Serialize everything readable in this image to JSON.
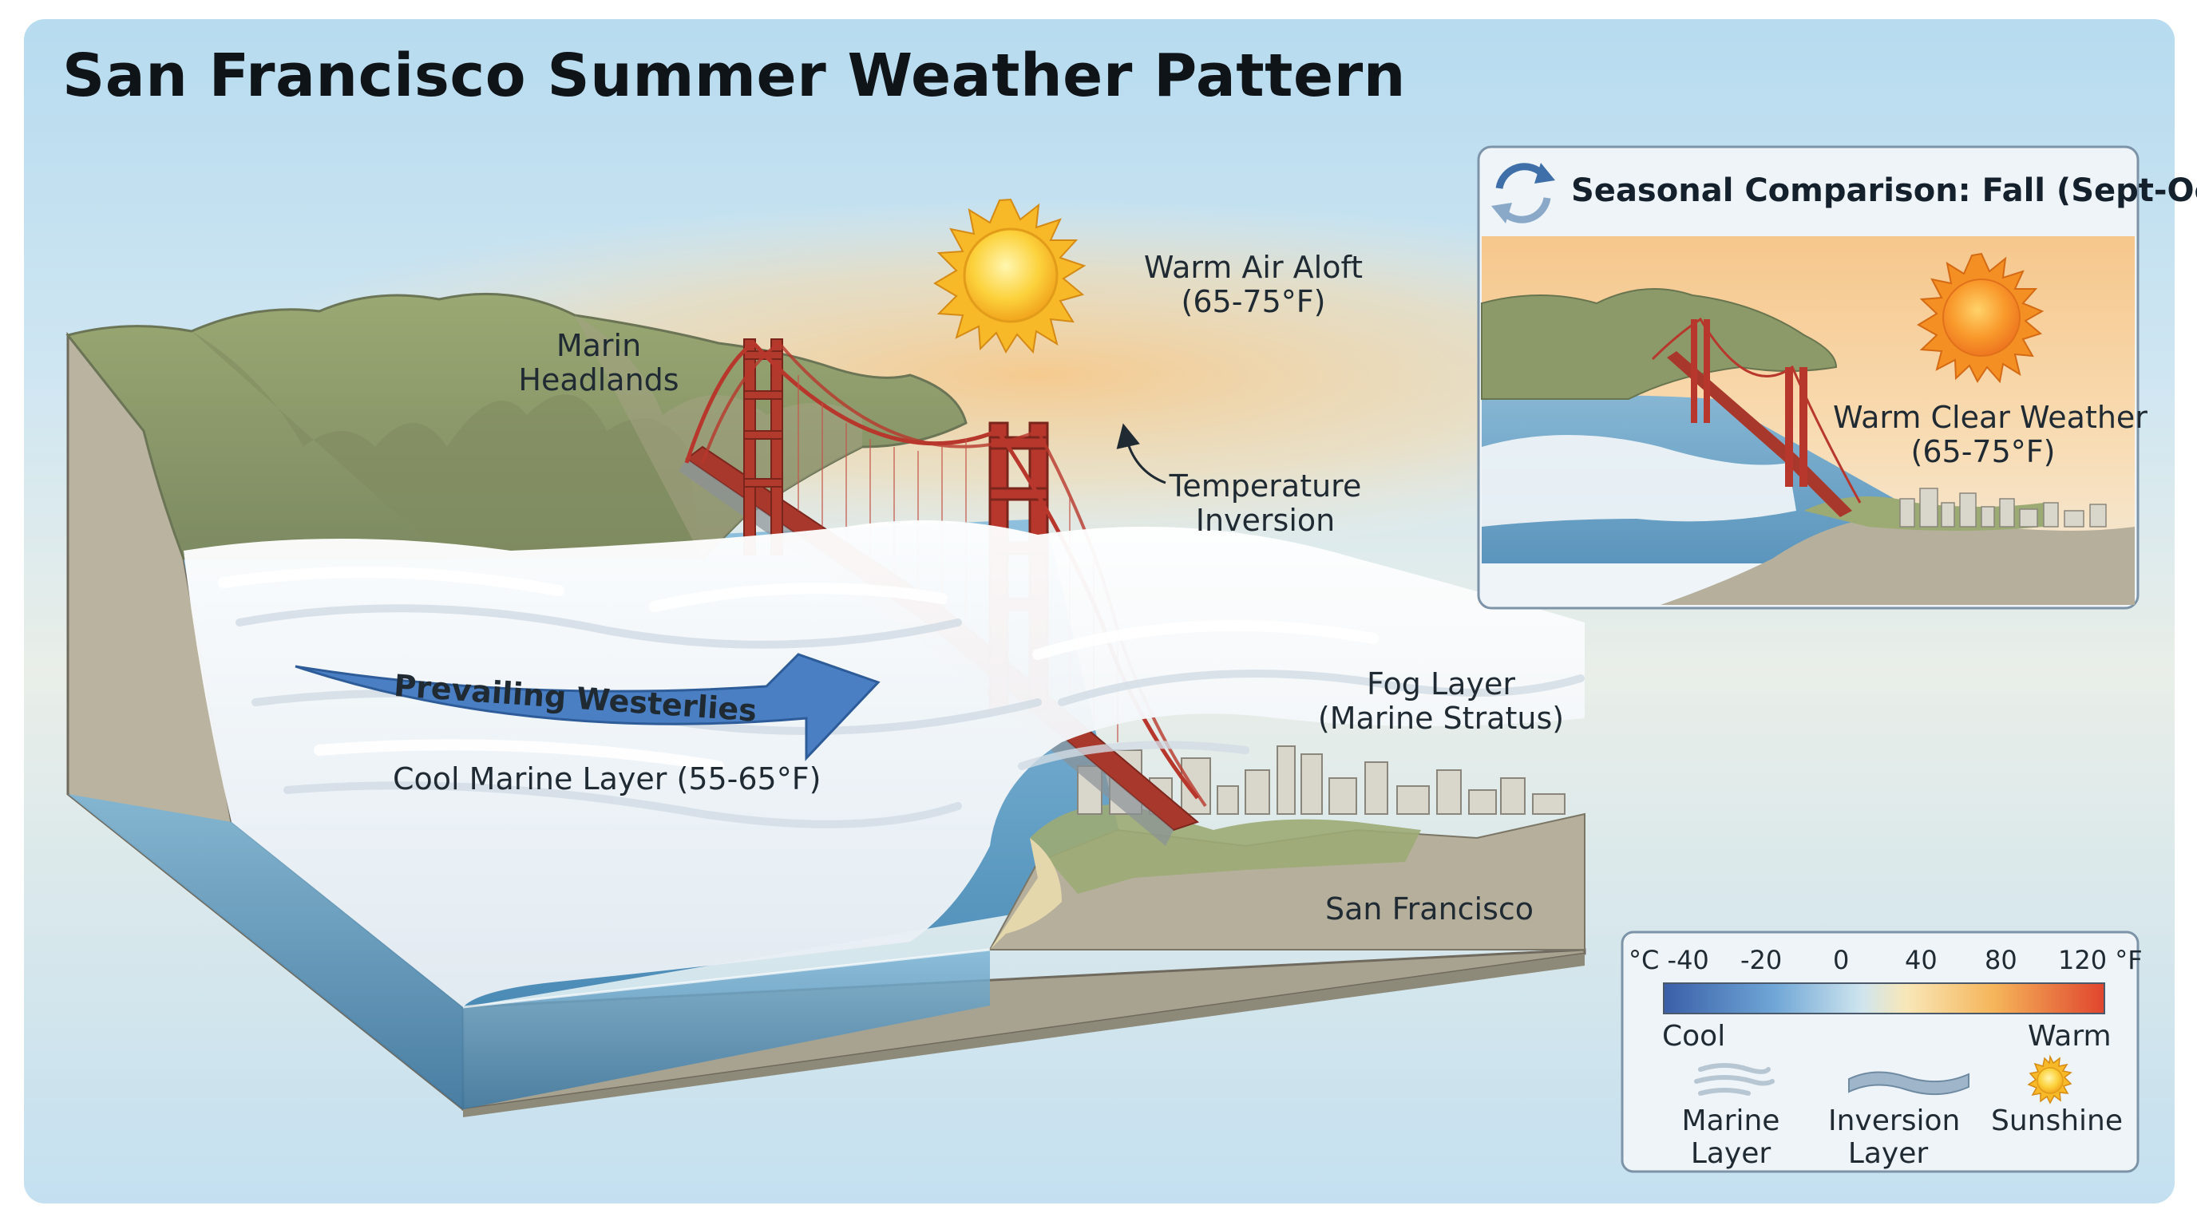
{
  "title": "San Francisco Summer Weather Pattern",
  "colors": {
    "sky": "#b9dcef",
    "fog": "#f4f7fa",
    "water": "#5f9fc4",
    "hills": "#8c9a6a",
    "bridge": "#b8372c",
    "sun": "#fbc531",
    "warm_glow": "#f6c98c",
    "wind_arrow": "#4a7fc4"
  },
  "labels": {
    "marin": [
      "Marin",
      "Headlands"
    ],
    "warm_air": [
      "Warm Air Aloft",
      "(65-75°F)"
    ],
    "inversion": [
      "Temperature",
      "Inversion"
    ],
    "westerlies": "Prevailing Westerlies",
    "marine_layer": "Cool Marine Layer (55-65°F)",
    "fog": [
      "Fog Layer",
      "(Marine Stratus)"
    ],
    "city": "San Francisco"
  },
  "inset": {
    "title": "Seasonal Comparison: Fall (Sept-Oct)",
    "icon": "cycle-arrows-icon",
    "weather": [
      "Warm Clear Weather",
      "(65-75°F)"
    ]
  },
  "legend": {
    "scale_ticks": [
      "°C -40",
      "-20",
      "0",
      "40",
      "80",
      "120 °F"
    ],
    "cool": "Cool",
    "warm": "Warm",
    "items": [
      {
        "icon": "marine-layer-icon",
        "label": [
          "Marine",
          "Layer"
        ]
      },
      {
        "icon": "inversion-layer-icon",
        "label": [
          "Inversion",
          "Layer"
        ]
      },
      {
        "icon": "sun-icon",
        "label": [
          "Sunshine"
        ]
      }
    ]
  }
}
